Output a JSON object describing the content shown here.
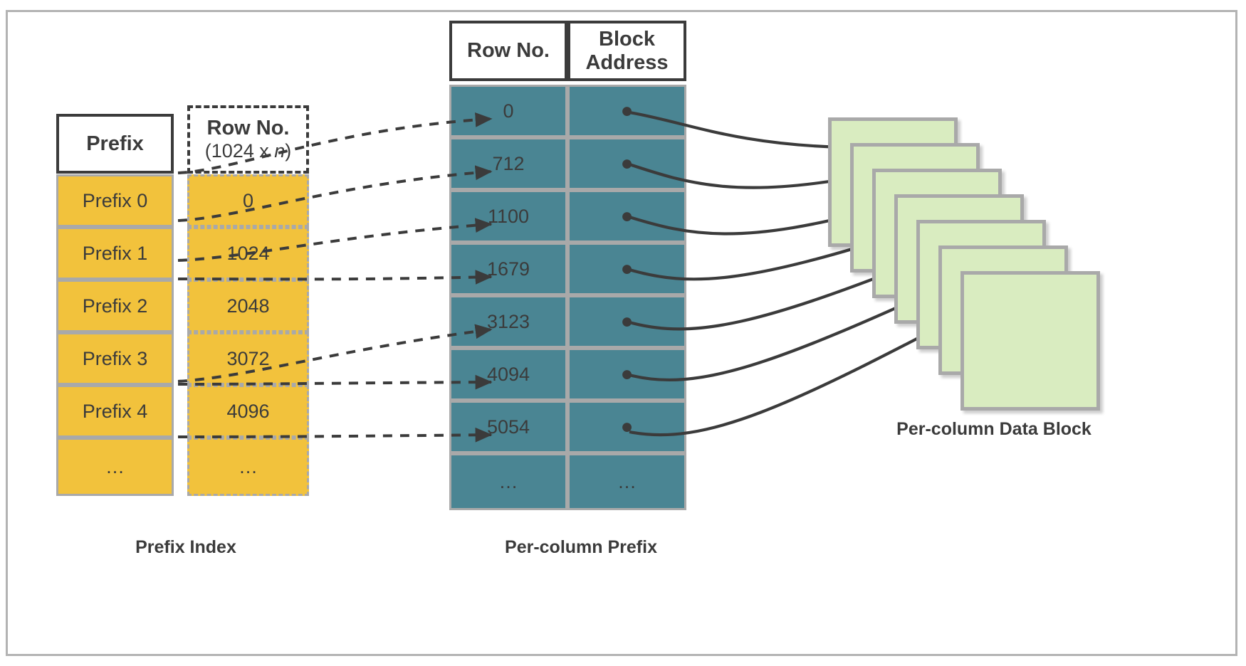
{
  "figure": {
    "title": "Prefix index to per-column prefix to per-column data block mapping",
    "colors": {
      "prefix_fill": "#f2c23c",
      "prefix_border": "#a9a9a9",
      "table_fill": "#4a8593",
      "table_border": "#a9a9a9",
      "datablock_fill": "#d9ecc0",
      "datablock_border": "#a9a9a9",
      "frame_border": "#b3b3b3",
      "ink": "#3b3b3b"
    }
  },
  "prefix_index": {
    "caption": "Prefix Index",
    "prefix_column": {
      "header": "Prefix",
      "rows": [
        "Prefix 0",
        "Prefix 1",
        "Prefix 2",
        "Prefix 3",
        "Prefix 4",
        "…"
      ]
    },
    "rowno_column": {
      "header_title": "Row No.",
      "header_sub_prefix": "(1024 x ",
      "header_sub_italic": "n",
      "header_sub_suffix": ")",
      "rows": [
        "0",
        "1024",
        "2048",
        "3072",
        "4096",
        "…"
      ]
    }
  },
  "per_column_prefix": {
    "caption": "Per-column Prefix",
    "headers": [
      "Row No.",
      "Block Address"
    ],
    "rows": [
      {
        "row_no": "0",
        "block_address": "●"
      },
      {
        "row_no": "712",
        "block_address": "●"
      },
      {
        "row_no": "1100",
        "block_address": "●"
      },
      {
        "row_no": "1679",
        "block_address": "●"
      },
      {
        "row_no": "3123",
        "block_address": "●"
      },
      {
        "row_no": "4094",
        "block_address": "●"
      },
      {
        "row_no": "5054",
        "block_address": "●"
      },
      {
        "row_no": "…",
        "block_address": "…"
      }
    ]
  },
  "per_column_data_block": {
    "caption": "Per-column Data Block",
    "block_count": 7
  }
}
